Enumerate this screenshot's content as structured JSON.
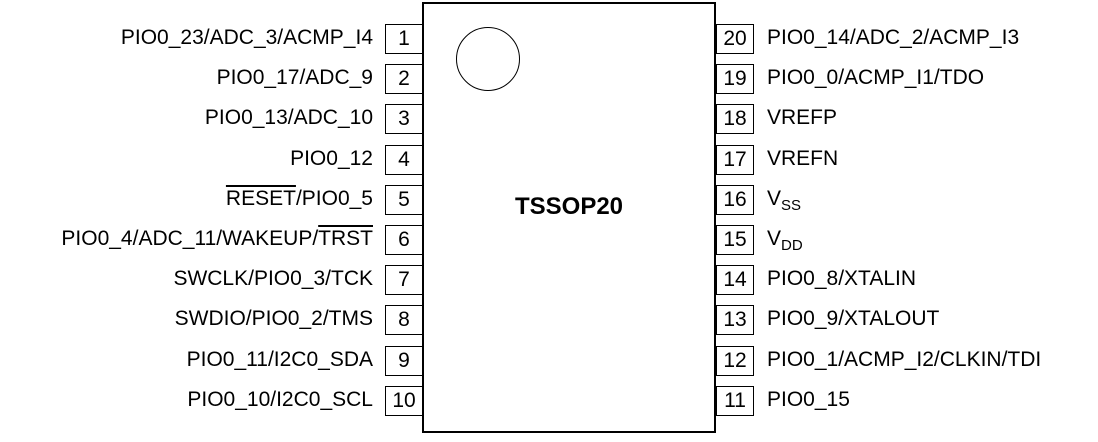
{
  "package_name": "TSSOP20",
  "left_pins": [
    {
      "num": "1",
      "parts": [
        {
          "t": "PIO0_23/ADC_3/ACMP_I4"
        }
      ]
    },
    {
      "num": "2",
      "parts": [
        {
          "t": "PIO0_17/ADC_9"
        }
      ]
    },
    {
      "num": "3",
      "parts": [
        {
          "t": "PIO0_13/ADC_10"
        }
      ]
    },
    {
      "num": "4",
      "parts": [
        {
          "t": "PIO0_12"
        }
      ]
    },
    {
      "num": "5",
      "parts": [
        {
          "t": "RESET",
          "style": "overbar"
        },
        {
          "t": "/PIO0_5"
        }
      ]
    },
    {
      "num": "6",
      "parts": [
        {
          "t": "PIO0_4/ADC_11/WAKEUP/"
        },
        {
          "t": "TRST",
          "style": "overbar"
        }
      ]
    },
    {
      "num": "7",
      "parts": [
        {
          "t": "SWCLK/PIO0_3/TCK"
        }
      ]
    },
    {
      "num": "8",
      "parts": [
        {
          "t": "SWDIO/PIO0_2/TMS"
        }
      ]
    },
    {
      "num": "9",
      "parts": [
        {
          "t": "PIO0_11/I2C0_SDA"
        }
      ]
    },
    {
      "num": "10",
      "parts": [
        {
          "t": "PIO0_10/I2C0_SCL"
        }
      ]
    }
  ],
  "right_pins": [
    {
      "num": "20",
      "parts": [
        {
          "t": "PIO0_14/ADC_2/ACMP_I3"
        }
      ]
    },
    {
      "num": "19",
      "parts": [
        {
          "t": "PIO0_0/ACMP_I1/TDO"
        }
      ]
    },
    {
      "num": "18",
      "parts": [
        {
          "t": "VREFP"
        }
      ]
    },
    {
      "num": "17",
      "parts": [
        {
          "t": "VREFN"
        }
      ]
    },
    {
      "num": "16",
      "parts": [
        {
          "t": "V"
        },
        {
          "t": "SS",
          "style": "sub"
        }
      ]
    },
    {
      "num": "15",
      "parts": [
        {
          "t": "V"
        },
        {
          "t": "DD",
          "style": "sub"
        }
      ]
    },
    {
      "num": "14",
      "parts": [
        {
          "t": "PIO0_8/XTALIN"
        }
      ]
    },
    {
      "num": "13",
      "parts": [
        {
          "t": "PIO0_9/XTALOUT"
        }
      ]
    },
    {
      "num": "12",
      "parts": [
        {
          "t": "PIO0_1/ACMP_I2/CLKIN/TDI"
        }
      ]
    },
    {
      "num": "11",
      "parts": [
        {
          "t": "PIO0_15"
        }
      ]
    }
  ]
}
